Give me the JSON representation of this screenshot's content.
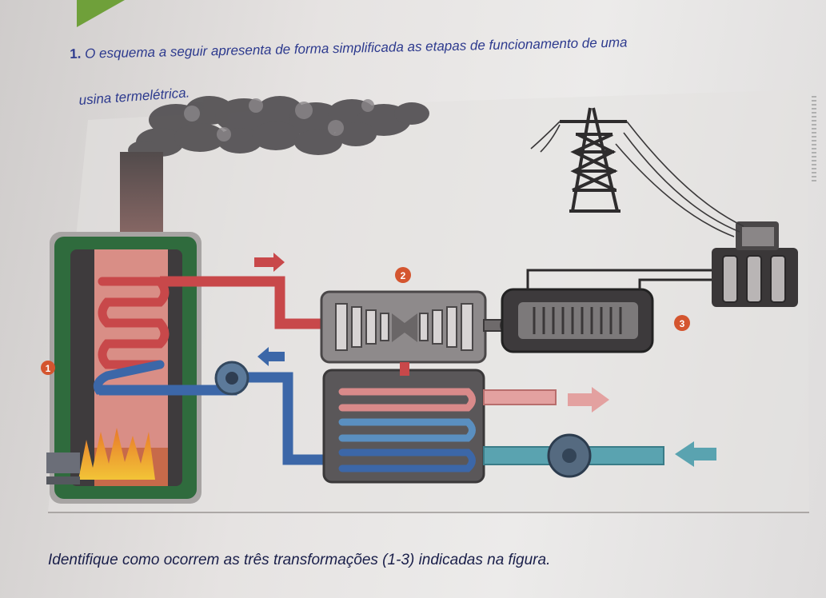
{
  "question": {
    "number": "1.",
    "line1": "O esquema a seguir apresenta de forma simplificada as etapas de funcionamento de uma",
    "line2": "usina termelétrica."
  },
  "markers": [
    "1",
    "2",
    "3"
  ],
  "footer": "Identifique como ocorrem as três transformações (1-3) indicadas na figura.",
  "colors": {
    "hot_water": "#c8484a",
    "cold_water": "#3c67a8",
    "cooling_hot": "#d98a8a",
    "cooling_cold": "#5aa3b0",
    "boiler_outer": "#2f6b3d",
    "marker": "#d4552f"
  }
}
